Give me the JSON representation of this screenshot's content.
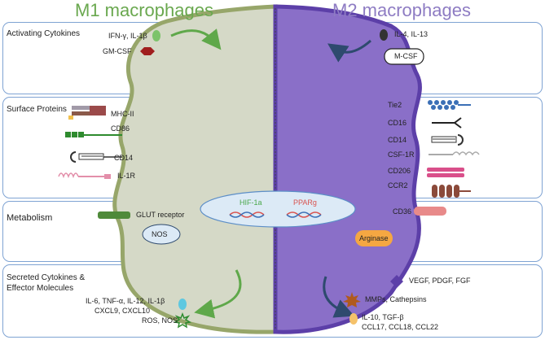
{
  "titles": {
    "m1": "M1 macrophages",
    "m2": "M2 macrophages"
  },
  "colors": {
    "m1": "#6aa84f",
    "m2": "#8e7cc3",
    "m1_cell": "#d5d9c7",
    "m1_border": "#97a66a",
    "m2_cell": "#8a6fc8",
    "m2_border": "#5c3fa8",
    "box_border": "#7fa3d3"
  },
  "sections": {
    "activating": "Activating Cytokines",
    "surface": "Surface Proteins",
    "metabolism": "Metabolism",
    "secreted_line1": "Secreted Cytokines &",
    "secreted_line2": "Effector Molecules"
  },
  "m1": {
    "ifn": "IFN-γ, IL-1β",
    "gmcsf": "GM-CSF",
    "mhc": "MHC-II",
    "cd86": "CD86",
    "cd14": "CD14",
    "il1r": "IL-1R",
    "glut": "GLUT receptor",
    "nos": "NOS",
    "cyto1": "IL-6, TNF-α, IL-12, IL-1β",
    "cyto2": "CXCL9, CXCL10",
    "ros": "ROS, NOS"
  },
  "center": {
    "hif": "HIF-1a",
    "pparg": "PPARg"
  },
  "m2": {
    "il4": "IL-4, IL-13",
    "mcsf": "M-CSF",
    "tie2": "Tie2",
    "cd16": "CD16",
    "cd14": "CD14",
    "csf1r": "CSF-1R",
    "cd206": "CD206",
    "ccr2": "CCR2",
    "cd36": "CD36",
    "arginase": "Arginase",
    "vegf": "VEGF, PDGF, FGF",
    "mmps": "MMPs, Cathepsins",
    "il10": "IL-10, TGF-β",
    "ccl": "CCL17, CCL18, CCL22"
  },
  "icons": [
    "oval-icon",
    "hexagon-icon",
    "diamond-icon",
    "star-icon",
    "burst-icon",
    "dna-icon",
    "receptor-icon",
    "arrow-icon"
  ]
}
